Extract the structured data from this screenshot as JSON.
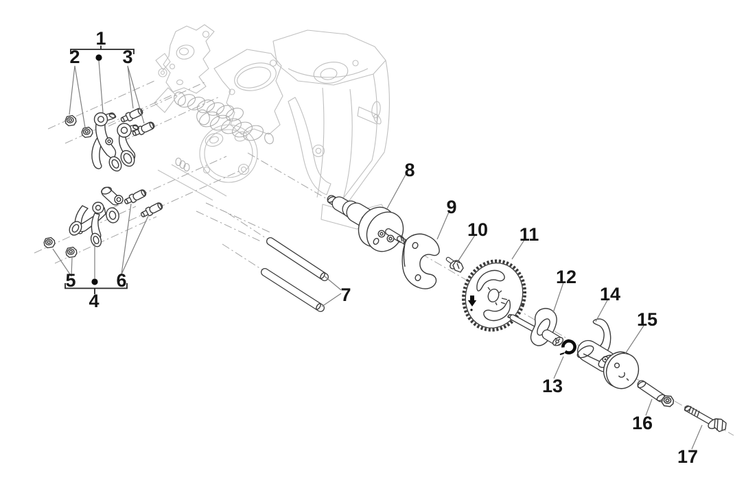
{
  "diagram": {
    "kind": "exploded-parts-diagram",
    "colors": {
      "background": "#ffffff",
      "part_line": "#3a3a3a",
      "ghost_line": "#bfbfbf",
      "callout_line": "#7d7d7d",
      "label_text": "#161616",
      "highlight_black": "#0c0c0c"
    },
    "callouts": [
      {
        "text": "1"
      },
      {
        "text": "2"
      },
      {
        "text": "3"
      },
      {
        "text": "4"
      },
      {
        "text": "5"
      },
      {
        "text": "6"
      },
      {
        "text": "7"
      },
      {
        "text": "8"
      },
      {
        "text": "9"
      },
      {
        "text": "10"
      },
      {
        "text": "11"
      },
      {
        "text": "12"
      },
      {
        "text": "13"
      },
      {
        "text": "14"
      },
      {
        "text": "15"
      },
      {
        "text": "16"
      },
      {
        "text": "17"
      }
    ]
  }
}
